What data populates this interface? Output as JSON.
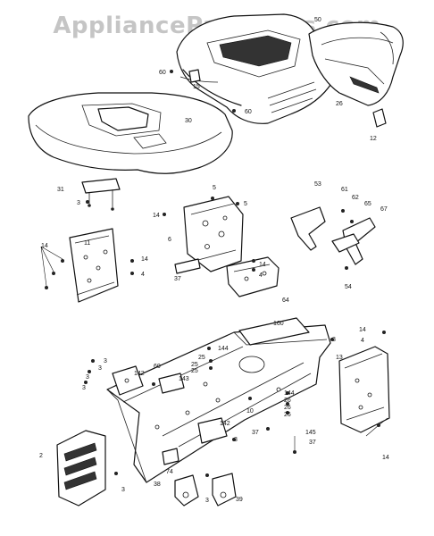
{
  "watermark": "AppliancePartsPros.com",
  "callouts": [
    {
      "id": "c60a",
      "text": "60"
    },
    {
      "id": "c15",
      "text": "15"
    },
    {
      "id": "c50",
      "text": "50"
    },
    {
      "id": "c60b",
      "text": "60"
    },
    {
      "id": "c30",
      "text": "30"
    },
    {
      "id": "c26",
      "text": "26"
    },
    {
      "id": "c12",
      "text": "12"
    },
    {
      "id": "c31",
      "text": "31"
    },
    {
      "id": "c3a",
      "text": "3"
    },
    {
      "id": "c5a",
      "text": "5"
    },
    {
      "id": "c5b",
      "text": "5"
    },
    {
      "id": "c14a",
      "text": "14"
    },
    {
      "id": "c6",
      "text": "6"
    },
    {
      "id": "c11",
      "text": "11"
    },
    {
      "id": "c14b",
      "text": "14"
    },
    {
      "id": "c14c",
      "text": "14"
    },
    {
      "id": "c4a",
      "text": "4"
    },
    {
      "id": "c37a",
      "text": "37"
    },
    {
      "id": "c14d",
      "text": "14"
    },
    {
      "id": "c4b",
      "text": "4"
    },
    {
      "id": "c64",
      "text": "64"
    },
    {
      "id": "c53",
      "text": "53"
    },
    {
      "id": "c61",
      "text": "61"
    },
    {
      "id": "c62",
      "text": "62"
    },
    {
      "id": "c65",
      "text": "65"
    },
    {
      "id": "c67",
      "text": "67"
    },
    {
      "id": "c54",
      "text": "54"
    },
    {
      "id": "c160",
      "text": "160"
    },
    {
      "id": "c3b",
      "text": "3"
    },
    {
      "id": "c144a",
      "text": "144"
    },
    {
      "id": "c25a",
      "text": "25"
    },
    {
      "id": "c25b",
      "text": "25"
    },
    {
      "id": "c25c",
      "text": "25"
    },
    {
      "id": "c3c",
      "text": "3"
    },
    {
      "id": "c142a",
      "text": "142"
    },
    {
      "id": "c3d",
      "text": "3"
    },
    {
      "id": "c60c",
      "text": "60"
    },
    {
      "id": "c143",
      "text": "143"
    },
    {
      "id": "c3e",
      "text": "3"
    },
    {
      "id": "c3f",
      "text": "3"
    },
    {
      "id": "c14e",
      "text": "14"
    },
    {
      "id": "c4c",
      "text": "4"
    },
    {
      "id": "c13",
      "text": "13"
    },
    {
      "id": "c144b",
      "text": "144"
    },
    {
      "id": "c26a",
      "text": "26"
    },
    {
      "id": "c26b",
      "text": "26"
    },
    {
      "id": "c26c",
      "text": "26"
    },
    {
      "id": "c10",
      "text": "10"
    },
    {
      "id": "c142b",
      "text": "142"
    },
    {
      "id": "c3g",
      "text": "3"
    },
    {
      "id": "c37b",
      "text": "37"
    },
    {
      "id": "c145",
      "text": "145"
    },
    {
      "id": "c37c",
      "text": "37"
    },
    {
      "id": "c2",
      "text": "2"
    },
    {
      "id": "c74",
      "text": "74"
    },
    {
      "id": "c3h",
      "text": "3"
    },
    {
      "id": "c38",
      "text": "38"
    },
    {
      "id": "c3i",
      "text": "3"
    },
    {
      "id": "c39",
      "text": "39"
    },
    {
      "id": "c14f",
      "text": "14"
    }
  ]
}
